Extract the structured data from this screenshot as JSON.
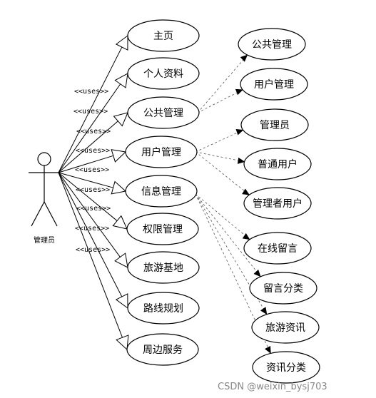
{
  "actor": {
    "label": "管理员"
  },
  "stereotype": "<<uses>>",
  "primary_use_cases": [
    {
      "id": "home",
      "label": "主页"
    },
    {
      "id": "profile",
      "label": "个人资料"
    },
    {
      "id": "public-mgmt",
      "label": "公共管理"
    },
    {
      "id": "user-mgmt",
      "label": "用户管理"
    },
    {
      "id": "info-mgmt",
      "label": "信息管理"
    },
    {
      "id": "permission-mgmt",
      "label": "权限管理"
    },
    {
      "id": "tourism-base",
      "label": "旅游基地"
    },
    {
      "id": "route-planning",
      "label": "路线规划"
    },
    {
      "id": "nearby-services",
      "label": "周边服务"
    }
  ],
  "secondary_use_cases": [
    {
      "id": "public-mgmt-sub",
      "label": "公共管理",
      "parent": "public-mgmt"
    },
    {
      "id": "user-mgmt-sub",
      "label": "用户管理",
      "parent": "public-mgmt"
    },
    {
      "id": "admin",
      "label": "管理员",
      "parent": "user-mgmt"
    },
    {
      "id": "normal-user",
      "label": "普通用户",
      "parent": "user-mgmt"
    },
    {
      "id": "manager-user",
      "label": "管理者用户",
      "parent": "user-mgmt"
    },
    {
      "id": "online-message",
      "label": "在线留言",
      "parent": "info-mgmt"
    },
    {
      "id": "message-category",
      "label": "留言分类",
      "parent": "info-mgmt"
    },
    {
      "id": "tourism-news",
      "label": "旅游资讯",
      "parent": "info-mgmt"
    },
    {
      "id": "news-category",
      "label": "资讯分类",
      "parent": "info-mgmt"
    }
  ],
  "watermark": "CSDN @weixin_bysj703"
}
